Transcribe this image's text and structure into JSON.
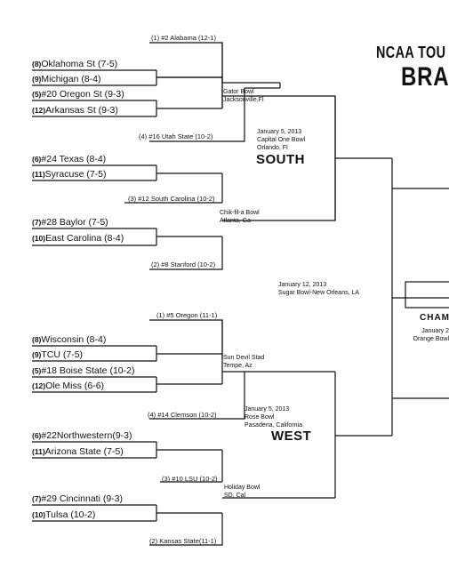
{
  "title": {
    "line1": "NCAA TOU",
    "line2": "BRA"
  },
  "regions": {
    "south": "SOUTH",
    "west": "WEST"
  },
  "south": {
    "bye_top": "(1) #2 Alabama (12-1)",
    "g1": [
      {
        "seed": "(8)",
        "name": "Oklahoma St (7-5)"
      },
      {
        "seed": "(9)",
        "name": "Michigan (8-4)"
      }
    ],
    "g2": [
      {
        "seed": "(5)",
        "name": "#20 Oregon St (9-3)"
      },
      {
        "seed": "(12)",
        "name": "Arkansas St (9-3)"
      }
    ],
    "bye_mid": "(4) #16 Utah State (10-2)",
    "g3": [
      {
        "seed": "(6)",
        "name": "#24 Texas (8-4)"
      },
      {
        "seed": "(11)",
        "name": "Syracuse (7-5)"
      }
    ],
    "bye_mid2": "(3) #12 South Carolina (10-2)",
    "g4": [
      {
        "seed": "(7)",
        "name": "#28 Baylor (7-5)"
      },
      {
        "seed": "(10)",
        "name": "East Carolina (8-4)"
      }
    ],
    "bye_bottom": "(2) #8 Stanford (10-2)",
    "bowl_gator": [
      "Gator Bowl",
      "Jacksonville,Fl"
    ],
    "bowl_chik": [
      "Chik-fil-a Bowl",
      "Atlanta, Ga"
    ],
    "bowl_capital": [
      "January 5, 2013",
      "Capital One Bowl",
      "Orlando, Fl"
    ]
  },
  "west": {
    "bye_top": "(1) #5 Oregon (11-1)",
    "g1": [
      {
        "seed": "(8)",
        "name": "Wisconsin (8-4)"
      },
      {
        "seed": "(9)",
        "name": "TCU (7-5)"
      }
    ],
    "g2": [
      {
        "seed": "(5)",
        "name": "#18 Boise State (10-2)"
      },
      {
        "seed": "(12)",
        "name": "Ole Miss (6-6)"
      }
    ],
    "bye_mid": "(4) #14 Clemson (10-2)",
    "g3": [
      {
        "seed": "(6)",
        "name": "#22Northwestern(9-3)"
      },
      {
        "seed": "(11)",
        "name": "Arizona State (7-5)"
      }
    ],
    "bye_mid2": "(3) #10 LSU (10-2)",
    "g4": [
      {
        "seed": "(7)",
        "name": "#29 Cincinnati (9-3)"
      },
      {
        "seed": "(10)",
        "name": "Tulsa (10-2)"
      }
    ],
    "bye_bottom": "(2) Kansas State(11-1)",
    "bowl_sundevil": [
      "Sun Devil Stad",
      "Tempe, Az"
    ],
    "bowl_holiday": [
      "Holiday Bowl",
      "SD, Cal"
    ],
    "bowl_rose": [
      "January 5, 2013",
      "Rose Bowl",
      "Pasadena, California"
    ]
  },
  "semifinal": [
    "January 12, 2013",
    "Sugar Bowl-New Orleans, LA"
  ],
  "championship": {
    "label": "CHAM",
    "lines": [
      "January 2",
      "Orange Bowl"
    ]
  }
}
